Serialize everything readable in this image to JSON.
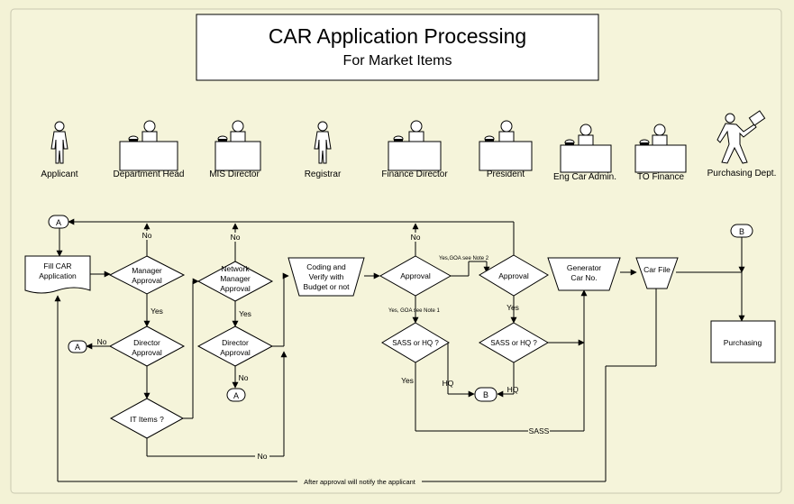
{
  "title": {
    "main": "CAR Application Processing",
    "sub": "For Market Items"
  },
  "actors": [
    {
      "label": "Applicant",
      "icon": "person-icon"
    },
    {
      "label": "Department Head",
      "icon": "desk-worker-icon"
    },
    {
      "label": "MIS Director",
      "icon": "desk-worker-icon"
    },
    {
      "label": "Registrar",
      "icon": "person-icon"
    },
    {
      "label": "Finance Director",
      "icon": "desk-worker-icon"
    },
    {
      "label": "President",
      "icon": "desk-worker-icon"
    },
    {
      "label": "Eng Car Admin.",
      "icon": "desk-worker-icon"
    },
    {
      "label": "TO Finance",
      "icon": "desk-worker-icon"
    },
    {
      "label": "Purchasing Dept.",
      "icon": "courier-icon"
    }
  ],
  "nodes": {
    "fill_car_1": "Fill CAR",
    "fill_car_2": "Application",
    "mgr_1": "Manager",
    "mgr_2": "Approval",
    "net_1": "Network",
    "net_2": "Manager",
    "net_3": "Approval",
    "dir_1": "Director",
    "dir_2": "Approval",
    "dir2_1": "Director",
    "dir2_2": "Approval",
    "it_items": "IT Items ?",
    "coding_1": "Coding and",
    "coding_2": "Verify with",
    "coding_3": "Budget or not",
    "approval1": "Approval",
    "approval2": "Approval",
    "sass1": "SASS or HQ ?",
    "sass2": "SASS or HQ ?",
    "gen_1": "Generator",
    "gen_2": "Car No.",
    "car_file": "Car File",
    "purchasing": "Purchasing",
    "conn_a1": "A",
    "conn_a2": "A",
    "conn_a3": "A",
    "conn_b1": "B",
    "conn_b2": "B"
  },
  "edge_labels": {
    "no_mgr": "No",
    "no_net": "No",
    "yes_mgr": "Yes",
    "yes_net": "Yes",
    "no_dir": "No",
    "no_dir2": "No",
    "no_it": "No",
    "no_appr1": "No",
    "goa_note2": "Yes,GOA see Note 2",
    "goa_note1": "Yes,  GOA see Note 1",
    "yes_appr2": "Yes",
    "yes_sass1": "Yes",
    "hq1": "HQ",
    "hq2": "HQ",
    "sass": "SASS",
    "notify": "After approval will notify the applicant"
  }
}
